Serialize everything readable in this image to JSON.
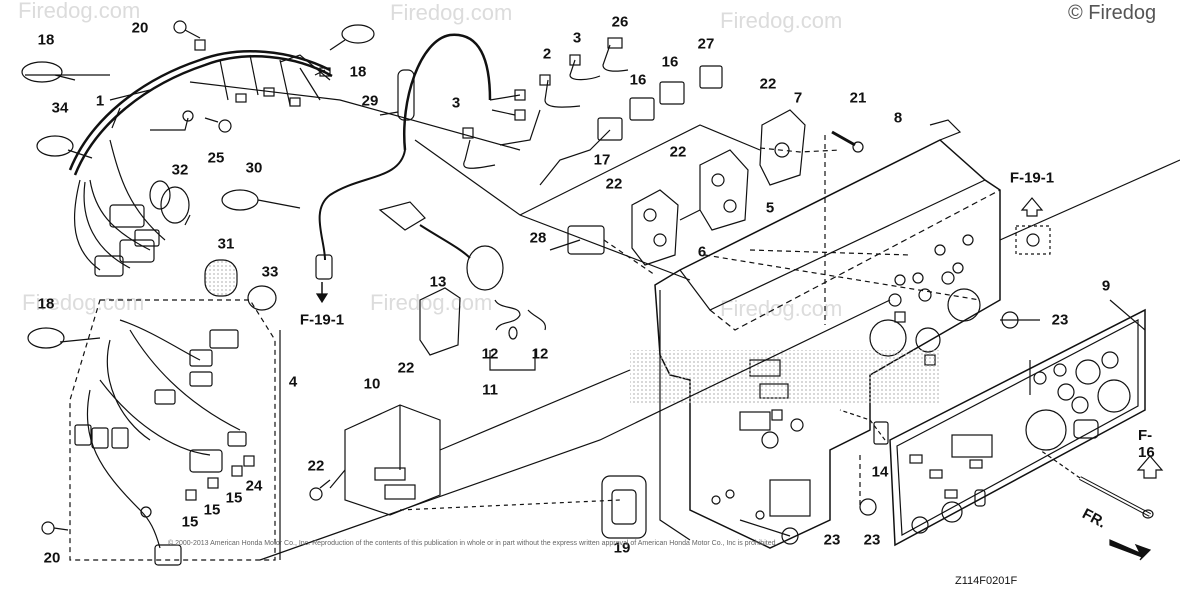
{
  "watermark": {
    "text": "Firedog.com",
    "top_right": "© Firedog"
  },
  "callouts": [
    {
      "id": "18a",
      "label": "18"
    },
    {
      "id": "20a",
      "label": "20"
    },
    {
      "id": "18b",
      "label": "18"
    },
    {
      "id": "34",
      "label": "34"
    },
    {
      "id": "1",
      "label": "1"
    },
    {
      "id": "25",
      "label": "25"
    },
    {
      "id": "32",
      "label": "32"
    },
    {
      "id": "30",
      "label": "30"
    },
    {
      "id": "31",
      "label": "31"
    },
    {
      "id": "33",
      "label": "33"
    },
    {
      "id": "29",
      "label": "29"
    },
    {
      "id": "3a",
      "label": "3"
    },
    {
      "id": "2",
      "label": "2"
    },
    {
      "id": "3b",
      "label": "3"
    },
    {
      "id": "26",
      "label": "26"
    },
    {
      "id": "16a",
      "label": "16"
    },
    {
      "id": "16b",
      "label": "16"
    },
    {
      "id": "27",
      "label": "27"
    },
    {
      "id": "17",
      "label": "17"
    },
    {
      "id": "22a",
      "label": "22"
    },
    {
      "id": "7",
      "label": "7"
    },
    {
      "id": "21",
      "label": "21"
    },
    {
      "id": "8",
      "label": "8"
    },
    {
      "id": "22b",
      "label": "22"
    },
    {
      "id": "22c",
      "label": "22"
    },
    {
      "id": "5",
      "label": "5"
    },
    {
      "id": "28",
      "label": "28"
    },
    {
      "id": "6",
      "label": "6"
    },
    {
      "id": "13",
      "label": "13"
    },
    {
      "id": "22d",
      "label": "22"
    },
    {
      "id": "12a",
      "label": "12"
    },
    {
      "id": "12b",
      "label": "12"
    },
    {
      "id": "11",
      "label": "11"
    },
    {
      "id": "18c",
      "label": "18"
    },
    {
      "id": "4",
      "label": "4"
    },
    {
      "id": "10",
      "label": "10"
    },
    {
      "id": "22e",
      "label": "22"
    },
    {
      "id": "24",
      "label": "24"
    },
    {
      "id": "15a",
      "label": "15"
    },
    {
      "id": "15b",
      "label": "15"
    },
    {
      "id": "15c",
      "label": "15"
    },
    {
      "id": "20b",
      "label": "20"
    },
    {
      "id": "19",
      "label": "19"
    },
    {
      "id": "23a",
      "label": "23"
    },
    {
      "id": "23b",
      "label": "23"
    },
    {
      "id": "23c",
      "label": "23"
    },
    {
      "id": "9",
      "label": "9"
    },
    {
      "id": "14",
      "label": "14"
    }
  ],
  "references": {
    "f19_left": "F-19-1",
    "f19_right": "F-19-1",
    "f16": "F-16"
  },
  "copyright": "© 2000-2013 American Honda Motor Co., Inc. Reproduction of the contents of this publication in whole or in part without the express written approval of American Honda Motor Co., Inc is prohibited.",
  "diagram_code": "Z114F0201F",
  "front_label": "FR.",
  "colors": {
    "line": "#111111",
    "watermark": "#dcdcdc",
    "dots": "#bbbbbb"
  }
}
